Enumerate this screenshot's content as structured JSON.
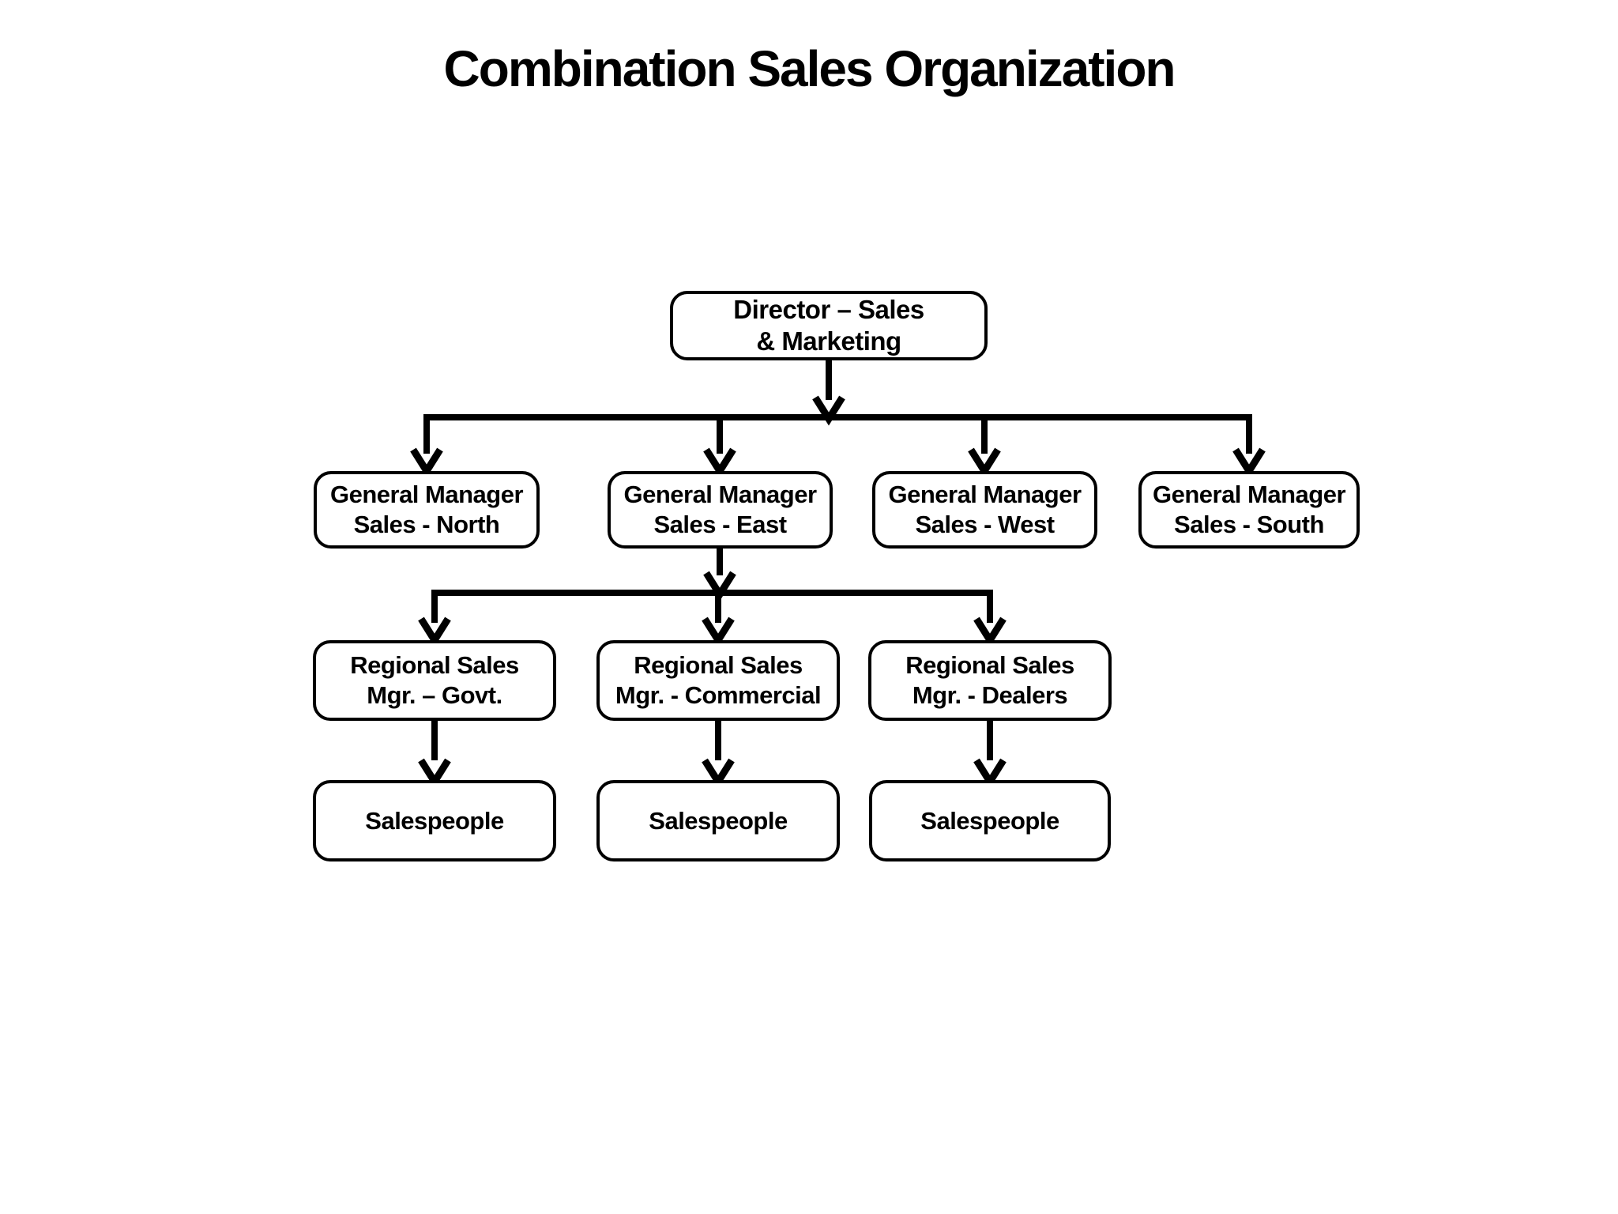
{
  "title": "Combination Sales Organization",
  "org_chart": {
    "type": "org-chart",
    "nodes": {
      "director": {
        "label": "Director – Sales\n& Marketing",
        "level": 1
      },
      "gm_north": {
        "label": "General Manager\nSales - North",
        "level": 2
      },
      "gm_east": {
        "label": "General Manager\nSales - East",
        "level": 2
      },
      "gm_west": {
        "label": "General Manager\nSales - West",
        "level": 2
      },
      "gm_south": {
        "label": "General Manager\nSales - South",
        "level": 2
      },
      "rsm_govt": {
        "label": "Regional Sales\nMgr. – Govt.",
        "level": 3
      },
      "rsm_commercial": {
        "label": "Regional Sales\nMgr. - Commercial",
        "level": 3
      },
      "rsm_dealers": {
        "label": "Regional Sales\nMgr. - Dealers",
        "level": 3
      },
      "salespeople_govt": {
        "label": "Salespeople",
        "level": 4
      },
      "salespeople_commercial": {
        "label": "Salespeople",
        "level": 4
      },
      "salespeople_dealers": {
        "label": "Salespeople",
        "level": 4
      }
    },
    "edges": [
      {
        "from": "director",
        "to": "gm_north"
      },
      {
        "from": "director",
        "to": "gm_east"
      },
      {
        "from": "director",
        "to": "gm_west"
      },
      {
        "from": "director",
        "to": "gm_south"
      },
      {
        "from": "gm_east",
        "to": "rsm_govt"
      },
      {
        "from": "gm_east",
        "to": "rsm_commercial"
      },
      {
        "from": "gm_east",
        "to": "rsm_dealers"
      },
      {
        "from": "rsm_govt",
        "to": "salespeople_govt"
      },
      {
        "from": "rsm_commercial",
        "to": "salespeople_commercial"
      },
      {
        "from": "rsm_dealers",
        "to": "salespeople_dealers"
      }
    ]
  },
  "colors": {
    "background": "#ffffff",
    "box_fill": "#ffffff",
    "box_border": "#000000",
    "line": "#000000",
    "text": "#000000"
  }
}
